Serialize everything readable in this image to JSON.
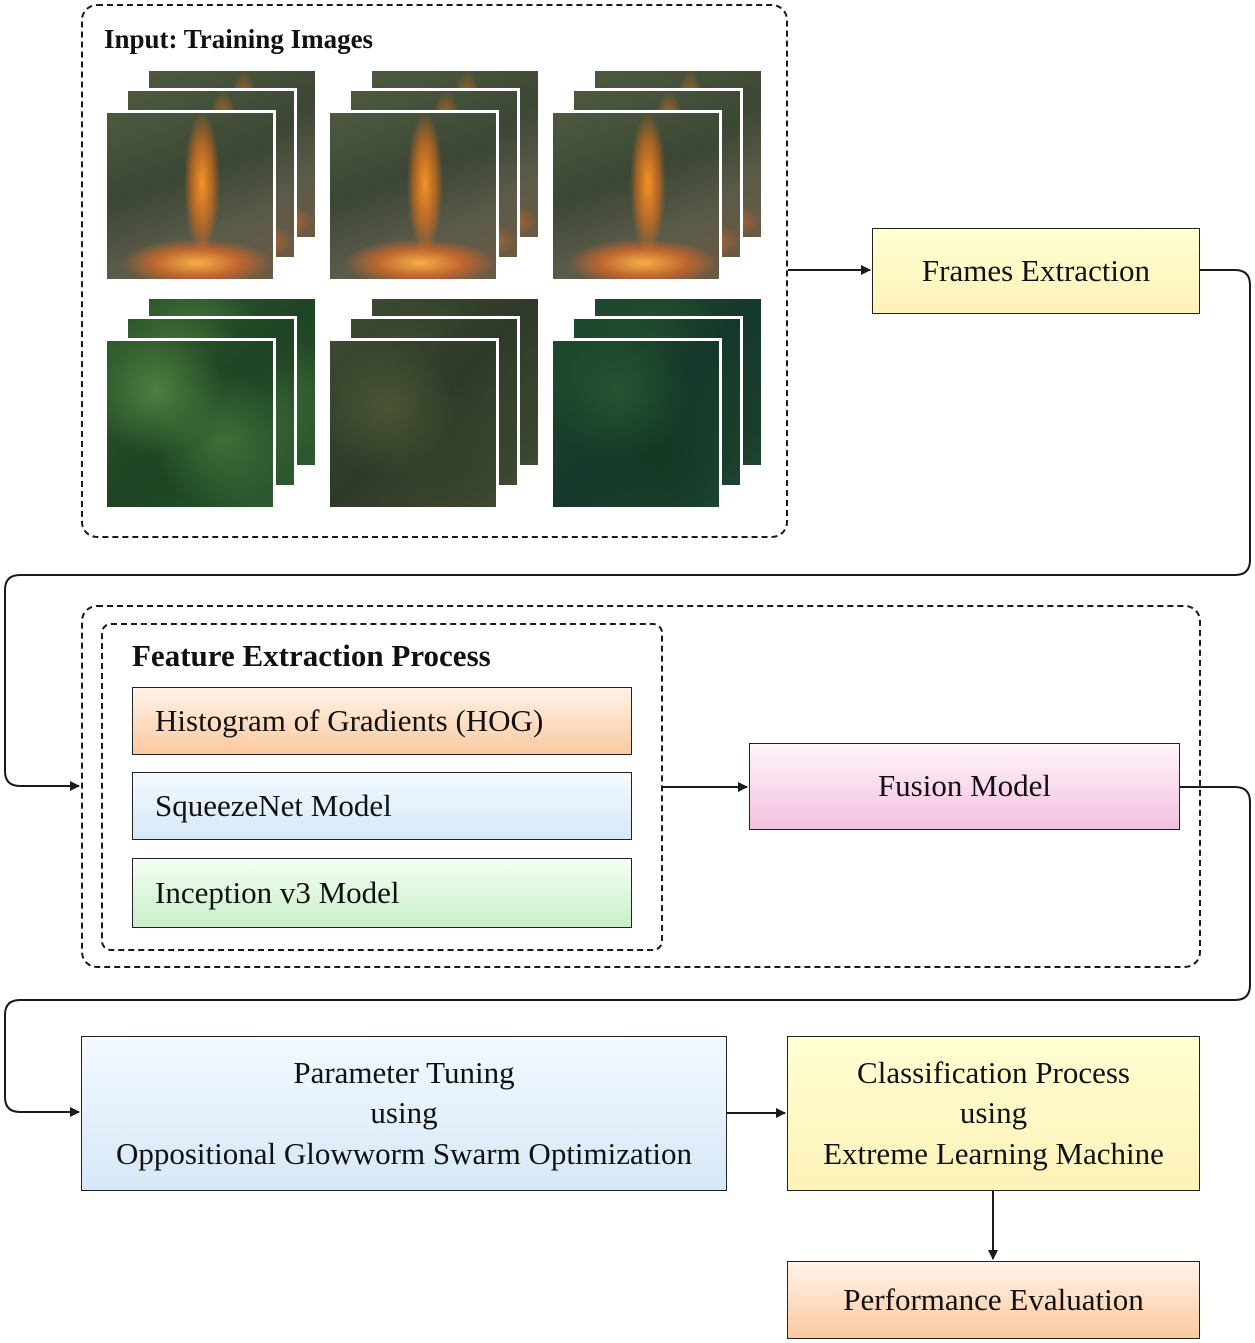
{
  "input": {
    "heading": "Input: Training Images"
  },
  "frames_extraction": {
    "label": "Frames Extraction"
  },
  "feature_extraction": {
    "heading": "Feature Extraction Process",
    "items": [
      "Histogram of Gradients (HOG)",
      "SqueezeNet Model",
      "Inception v3 Model"
    ]
  },
  "fusion_model": {
    "label": "Fusion Model"
  },
  "parameter_tuning": {
    "line1": "Parameter Tuning",
    "line2": "using",
    "line3": "Oppositional Glowworm Swarm Optimization"
  },
  "classification": {
    "line1": "Classification Process",
    "line2": "using",
    "line3": "Extreme Learning Machine"
  },
  "performance": {
    "label": "Performance Evaluation"
  },
  "images": {
    "row1": [
      "fire-image",
      "fire-image",
      "fire-image"
    ],
    "row2": [
      "forest-image",
      "forest-image",
      "forest-image"
    ]
  },
  "colors": {
    "yellow_box": "#fdf2b8",
    "orange_box": "#fbc9a0",
    "blue_box": "#d6e8f7",
    "green_box": "#c8efc8",
    "pink_box": "#f4bfdf",
    "line": "#1a1a1a"
  }
}
